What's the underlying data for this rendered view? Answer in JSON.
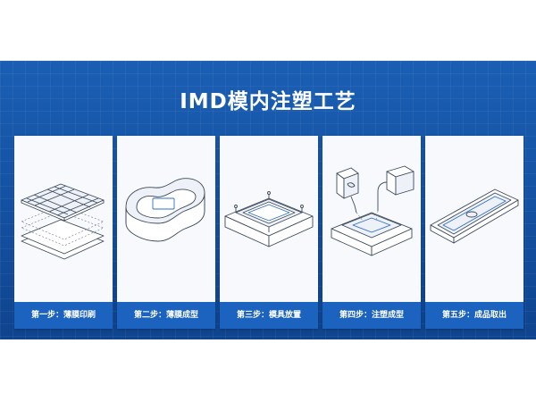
{
  "title": "IMD模内注塑工艺",
  "colors": {
    "banner": "#1450a0",
    "label_bar": "#1b63bf",
    "card": "#ffffff"
  },
  "steps": [
    {
      "label": "第一步：薄膜印刷",
      "icon": "film-printing-icon"
    },
    {
      "label": "第二步：薄膜成型",
      "icon": "film-forming-icon"
    },
    {
      "label": "第三步：模具放置",
      "icon": "mold-placement-icon"
    },
    {
      "label": "第四步：注塑成型",
      "icon": "injection-molding-icon"
    },
    {
      "label": "第五步：成品取出",
      "icon": "product-removal-icon"
    }
  ]
}
